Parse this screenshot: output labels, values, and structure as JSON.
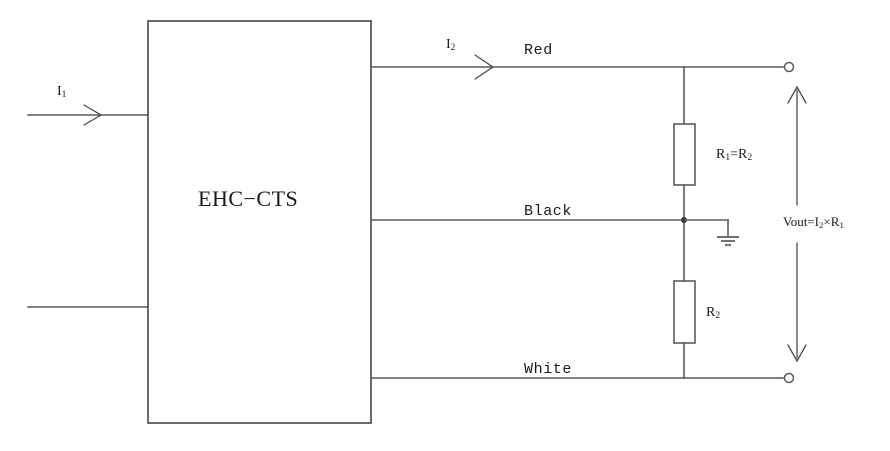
{
  "diagram": {
    "title_block": {
      "label": "EHC−CTS",
      "name": "ehc-cts-device-block"
    },
    "inputs": {
      "current_label": "I",
      "current_sub": "1",
      "current_full": "I1"
    },
    "outputs": {
      "secondary_current_label": "I",
      "secondary_current_sub": "2",
      "secondary_current_full": "I2"
    },
    "wires": [
      {
        "name": "red-wire",
        "label": "Red"
      },
      {
        "name": "black-wire",
        "label": "Black"
      },
      {
        "name": "white-wire",
        "label": "White"
      }
    ],
    "components": [
      {
        "name": "resistor-r1",
        "label": "R1=R2",
        "base": "R",
        "sub": "1",
        "tail": "=R",
        "tail_sub": "2"
      },
      {
        "name": "resistor-r2",
        "label": "R2",
        "base": "R",
        "sub": "2"
      }
    ],
    "measurement": {
      "name": "vout-measurement",
      "label": "Vout=I2×R1",
      "prefix": "Vout=I",
      "sub1": "2",
      "mid": "×R",
      "sub2": "1"
    },
    "ground": {
      "name": "ground-symbol",
      "label": ""
    },
    "terminals": [
      {
        "name": "output-terminal-top",
        "label": ""
      },
      {
        "name": "output-terminal-bottom",
        "label": ""
      }
    ],
    "colors": {
      "line": "#5a5a5a",
      "text": "#1a1a1a",
      "background": "#ffffff"
    }
  }
}
